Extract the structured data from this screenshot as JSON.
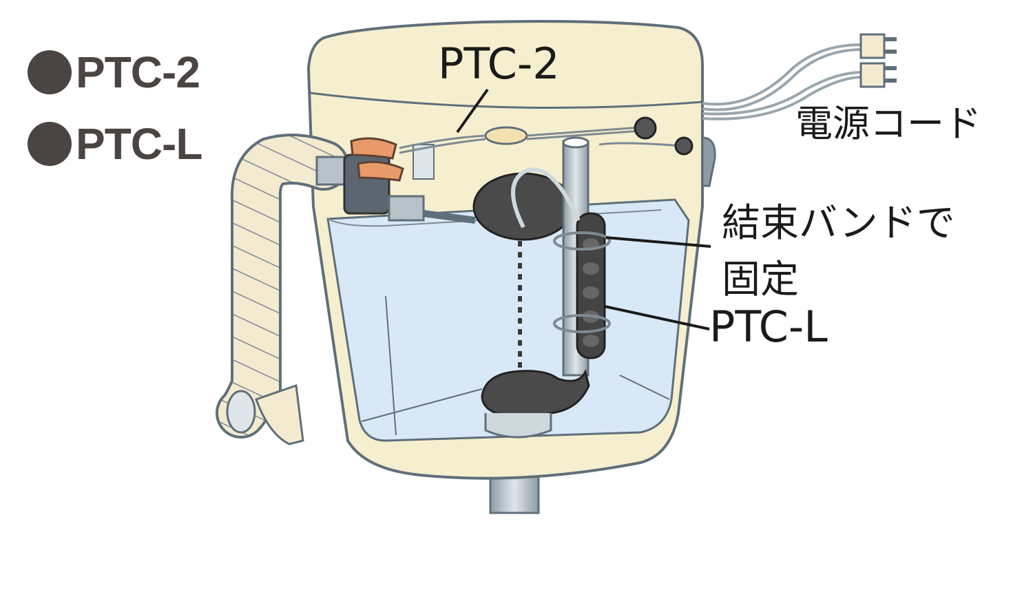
{
  "legend": {
    "items": [
      {
        "label": "PTC-2"
      },
      {
        "label": "PTC-L"
      }
    ]
  },
  "labels": {
    "ptc2": "PTC-2",
    "power_cord": "電源コード",
    "band_line1": "結束バンドで",
    "band_line2": "固定",
    "ptcl": "PTC-L"
  },
  "colors": {
    "tank_body": "#f6efcf",
    "tank_outline": "#5f6f7a",
    "water": "#d9e8f7",
    "legend_text": "#4a4443",
    "hose": "#f3ead0",
    "heater_orange": "#e89a6a",
    "dark_part": "#4a4a4a"
  }
}
